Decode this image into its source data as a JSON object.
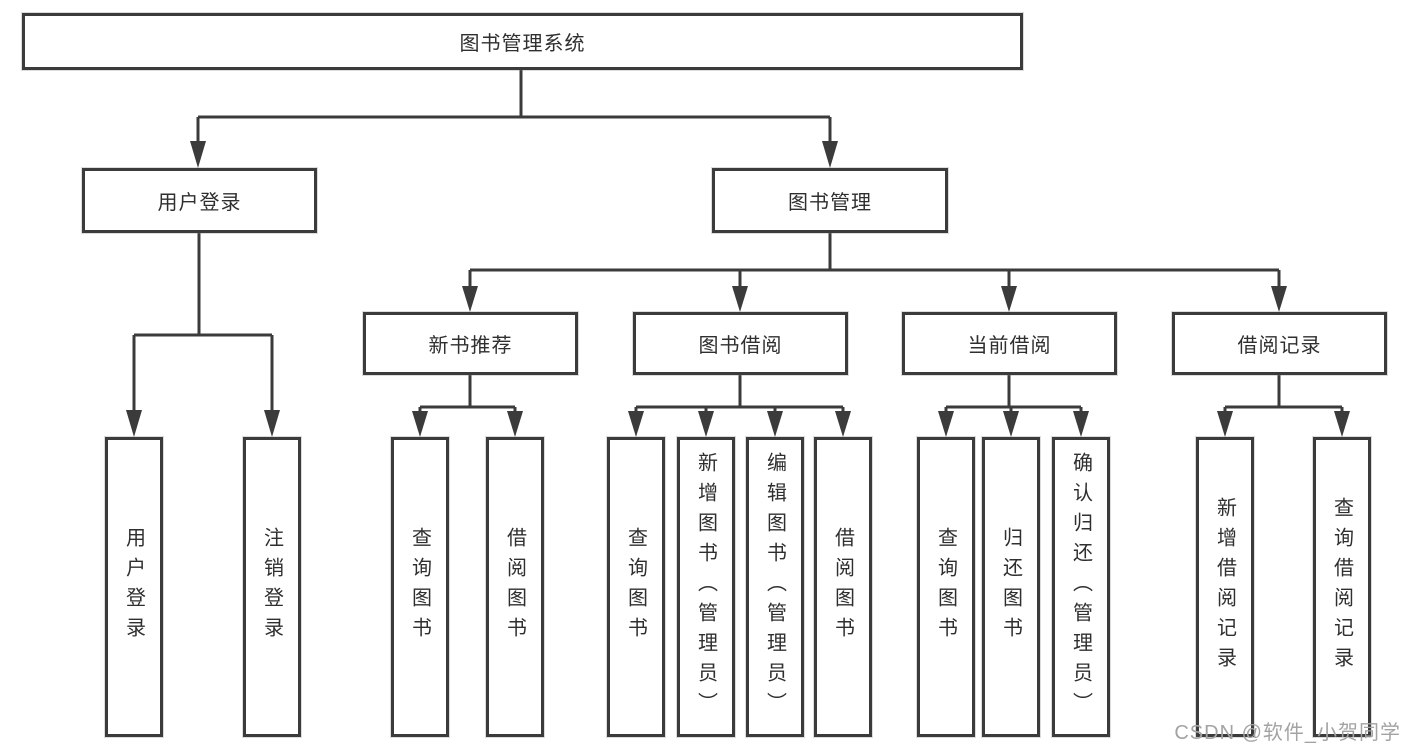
{
  "diagram": {
    "type": "hierarchy-tree",
    "root": {
      "label": "图书管理系统"
    },
    "level2": [
      {
        "label": "用户登录"
      },
      {
        "label": "图书管理"
      }
    ],
    "level3": [
      {
        "label": "新书推荐"
      },
      {
        "label": "图书借阅"
      },
      {
        "label": "当前借阅"
      },
      {
        "label": "借阅记录"
      }
    ],
    "leafGroups": [
      {
        "parent": "用户登录",
        "leaves": [
          "用户登录",
          "注销登录"
        ]
      },
      {
        "parent": "新书推荐",
        "leaves": [
          "查询图书",
          "借阅图书"
        ]
      },
      {
        "parent": "图书借阅",
        "leaves": [
          "查询图书",
          "新增图书（管理员）",
          "编辑图书（管理员）",
          "借阅图书"
        ]
      },
      {
        "parent": "当前借阅",
        "leaves": [
          "查询图书",
          "归还图书",
          "确认归还（管理员）"
        ]
      },
      {
        "parent": "借阅记录",
        "leaves": [
          "新增借阅记录",
          "查询借阅记录"
        ]
      }
    ]
  },
  "watermark": {
    "text": "CSDN @软件_小贺同学"
  },
  "colors": {
    "line": "#3b3b3b",
    "box_border": "#3b3b3b",
    "box_fill": "#ffffff",
    "text": "#2f2f2f",
    "watermark": "#a3a3a3"
  }
}
